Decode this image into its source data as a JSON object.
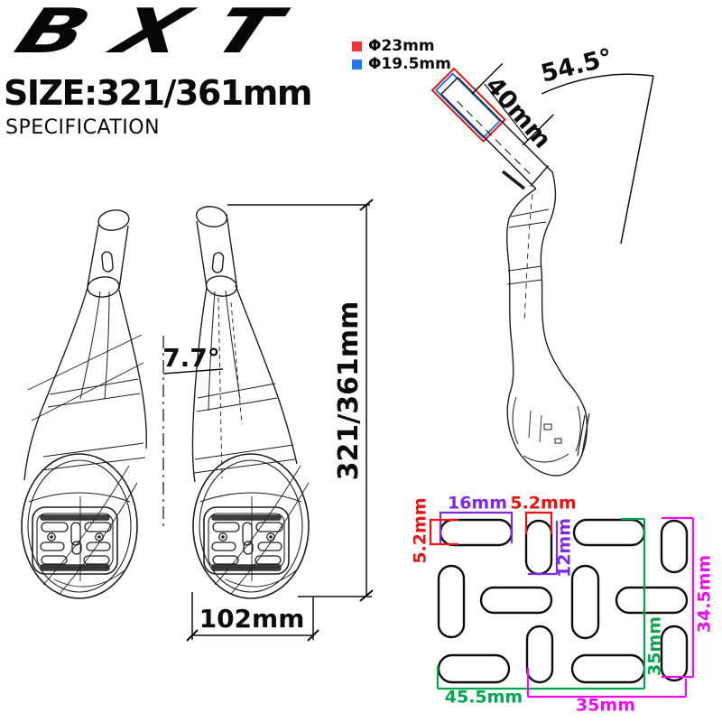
{
  "brand": "BXT",
  "header": {
    "size": "SIZE:321/361mm",
    "subtitle": "SPECIFICATION"
  },
  "legend": [
    {
      "label": "Φ23mm",
      "color": "#ee3333"
    },
    {
      "label": "Φ19.5mm",
      "color": "#2277ee"
    }
  ],
  "side_view": {
    "stack_angle": "54.5°",
    "extension_length": "40mm"
  },
  "front_view": {
    "arm_angle": "7.7°",
    "total_length": "321/361mm",
    "pad_width": "102mm"
  },
  "pad_pattern": {
    "slot_width": "16mm",
    "slot_height": "5.2mm",
    "slot_width_top": "5.2mm",
    "slot_length": "12mm",
    "height_right": "34.5mm",
    "height_inner": "35mm",
    "width_bottom_left": "45.5mm",
    "width_bottom_right": "35mm"
  },
  "colors": {
    "ink": "#111111",
    "red": "#ee1111",
    "blue": "#2277ee",
    "purple": "#7d2be0",
    "magenta": "#ec0fec",
    "green": "#00a550"
  }
}
